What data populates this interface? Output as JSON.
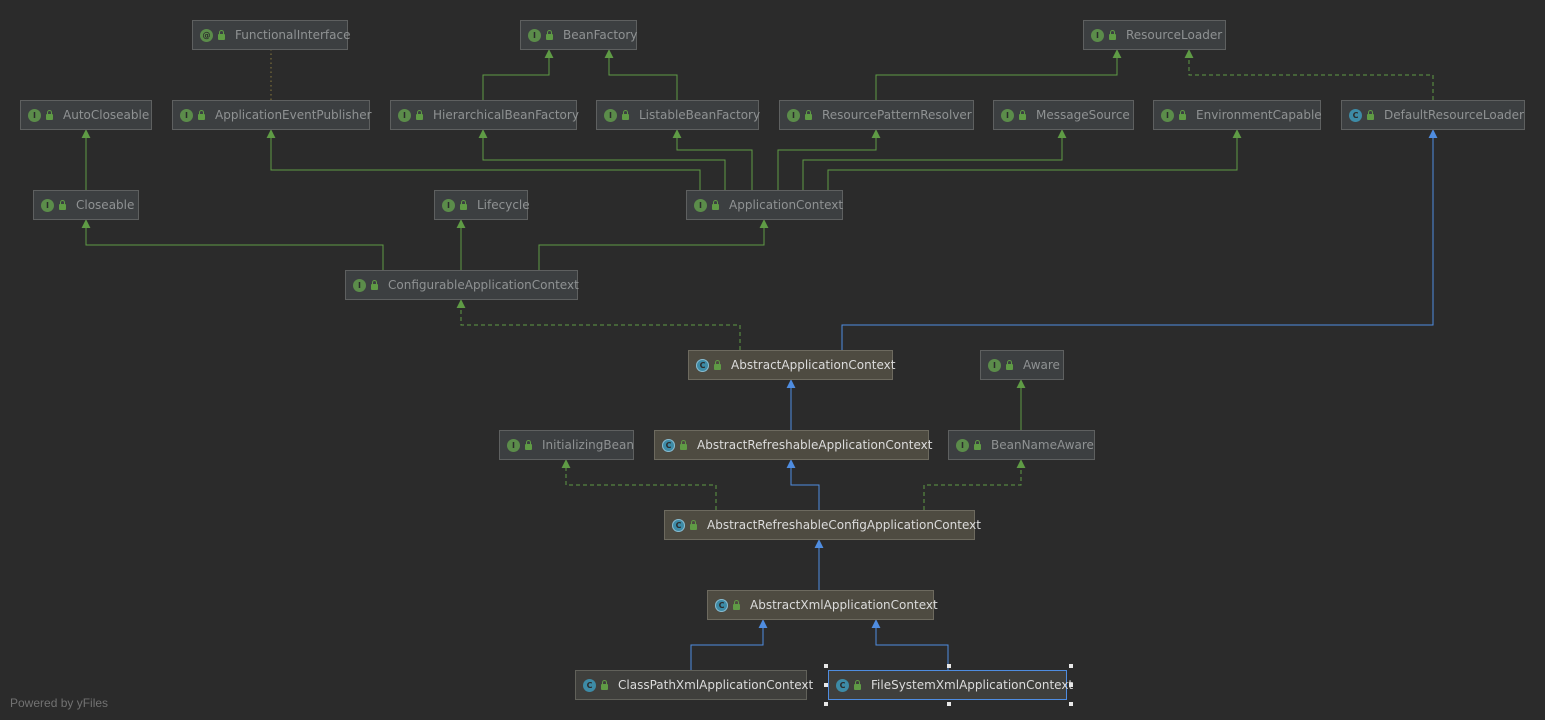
{
  "nodes": [
    {
      "id": "FunctionalInterface",
      "label": "FunctionalInterface",
      "kind": "annotation",
      "icon": "annotation-icon"
    },
    {
      "id": "BeanFactory",
      "label": "BeanFactory",
      "kind": "interface",
      "icon": "interface-icon"
    },
    {
      "id": "ResourceLoader",
      "label": "ResourceLoader",
      "kind": "interface",
      "icon": "interface-icon"
    },
    {
      "id": "AutoCloseable",
      "label": "AutoCloseable",
      "kind": "interface",
      "icon": "interface-icon"
    },
    {
      "id": "ApplicationEventPublisher",
      "label": "ApplicationEventPublisher",
      "kind": "interface",
      "icon": "interface-icon"
    },
    {
      "id": "HierarchicalBeanFactory",
      "label": "HierarchicalBeanFactory",
      "kind": "interface",
      "icon": "interface-icon"
    },
    {
      "id": "ListableBeanFactory",
      "label": "ListableBeanFactory",
      "kind": "interface",
      "icon": "interface-icon"
    },
    {
      "id": "ResourcePatternResolver",
      "label": "ResourcePatternResolver",
      "kind": "interface",
      "icon": "interface-icon"
    },
    {
      "id": "MessageSource",
      "label": "MessageSource",
      "kind": "interface",
      "icon": "interface-icon"
    },
    {
      "id": "EnvironmentCapable",
      "label": "EnvironmentCapable",
      "kind": "interface",
      "icon": "interface-icon"
    },
    {
      "id": "DefaultResourceLoader",
      "label": "DefaultResourceLoader",
      "kind": "class",
      "icon": "class-icon"
    },
    {
      "id": "Closeable",
      "label": "Closeable",
      "kind": "interface",
      "icon": "interface-icon"
    },
    {
      "id": "Lifecycle",
      "label": "Lifecycle",
      "kind": "interface",
      "icon": "interface-icon"
    },
    {
      "id": "ApplicationContext",
      "label": "ApplicationContext",
      "kind": "interface",
      "icon": "interface-icon"
    },
    {
      "id": "ConfigurableApplicationContext",
      "label": "ConfigurableApplicationContext",
      "kind": "interface",
      "icon": "interface-icon"
    },
    {
      "id": "AbstractApplicationContext",
      "label": "AbstractApplicationContext",
      "kind": "abstract",
      "icon": "abstract-class-icon"
    },
    {
      "id": "Aware",
      "label": "Aware",
      "kind": "interface",
      "icon": "interface-icon"
    },
    {
      "id": "InitializingBean",
      "label": "InitializingBean",
      "kind": "interface",
      "icon": "interface-icon"
    },
    {
      "id": "AbstractRefreshableApplicationContext",
      "label": "AbstractRefreshableApplicationContext",
      "kind": "abstract",
      "icon": "abstract-class-icon"
    },
    {
      "id": "BeanNameAware",
      "label": "BeanNameAware",
      "kind": "interface",
      "icon": "interface-icon"
    },
    {
      "id": "AbstractRefreshableConfigApplicationContext",
      "label": "AbstractRefreshableConfigApplicationContext",
      "kind": "abstract",
      "icon": "abstract-class-icon"
    },
    {
      "id": "AbstractXmlApplicationContext",
      "label": "AbstractXmlApplicationContext",
      "kind": "abstract",
      "icon": "abstract-class-icon"
    },
    {
      "id": "ClassPathXmlApplicationContext",
      "label": "ClassPathXmlApplicationContext",
      "kind": "concrete",
      "icon": "class-icon"
    },
    {
      "id": "FileSystemXmlApplicationContext",
      "label": "FileSystemXmlApplicationContext",
      "kind": "concrete",
      "icon": "class-icon",
      "selected": true
    }
  ],
  "edges": [
    {
      "from": "ApplicationEventPublisher",
      "to": "FunctionalInterface",
      "type": "annotated"
    },
    {
      "from": "HierarchicalBeanFactory",
      "to": "BeanFactory",
      "type": "extends-interface"
    },
    {
      "from": "ListableBeanFactory",
      "to": "BeanFactory",
      "type": "extends-interface"
    },
    {
      "from": "ResourcePatternResolver",
      "to": "ResourceLoader",
      "type": "extends-interface"
    },
    {
      "from": "DefaultResourceLoader",
      "to": "ResourceLoader",
      "type": "implements"
    },
    {
      "from": "Closeable",
      "to": "AutoCloseable",
      "type": "extends-interface"
    },
    {
      "from": "ApplicationContext",
      "to": "ApplicationEventPublisher",
      "type": "extends-interface"
    },
    {
      "from": "ApplicationContext",
      "to": "HierarchicalBeanFactory",
      "type": "extends-interface"
    },
    {
      "from": "ApplicationContext",
      "to": "ListableBeanFactory",
      "type": "extends-interface"
    },
    {
      "from": "ApplicationContext",
      "to": "ResourcePatternResolver",
      "type": "extends-interface"
    },
    {
      "from": "ApplicationContext",
      "to": "MessageSource",
      "type": "extends-interface"
    },
    {
      "from": "ApplicationContext",
      "to": "EnvironmentCapable",
      "type": "extends-interface"
    },
    {
      "from": "ConfigurableApplicationContext",
      "to": "Closeable",
      "type": "extends-interface"
    },
    {
      "from": "ConfigurableApplicationContext",
      "to": "Lifecycle",
      "type": "extends-interface"
    },
    {
      "from": "ConfigurableApplicationContext",
      "to": "ApplicationContext",
      "type": "extends-interface"
    },
    {
      "from": "AbstractApplicationContext",
      "to": "ConfigurableApplicationContext",
      "type": "implements"
    },
    {
      "from": "AbstractApplicationContext",
      "to": "DefaultResourceLoader",
      "type": "extends-class"
    },
    {
      "from": "BeanNameAware",
      "to": "Aware",
      "type": "extends-interface"
    },
    {
      "from": "AbstractRefreshableApplicationContext",
      "to": "AbstractApplicationContext",
      "type": "extends-class"
    },
    {
      "from": "AbstractRefreshableConfigApplicationContext",
      "to": "AbstractRefreshableApplicationContext",
      "type": "extends-class"
    },
    {
      "from": "AbstractRefreshableConfigApplicationContext",
      "to": "InitializingBean",
      "type": "implements"
    },
    {
      "from": "AbstractRefreshableConfigApplicationContext",
      "to": "BeanNameAware",
      "type": "implements"
    },
    {
      "from": "AbstractXmlApplicationContext",
      "to": "AbstractRefreshableConfigApplicationContext",
      "type": "extends-class"
    },
    {
      "from": "ClassPathXmlApplicationContext",
      "to": "AbstractXmlApplicationContext",
      "type": "extends-class"
    },
    {
      "from": "FileSystemXmlApplicationContext",
      "to": "AbstractXmlApplicationContext",
      "type": "extends-class"
    }
  ],
  "colors": {
    "background": "#2b2b2b",
    "interface_edge": "#5f9b45",
    "class_edge": "#4f8de0",
    "annotation_edge": "#8a7a3c"
  },
  "footer": "Powered by yFiles"
}
